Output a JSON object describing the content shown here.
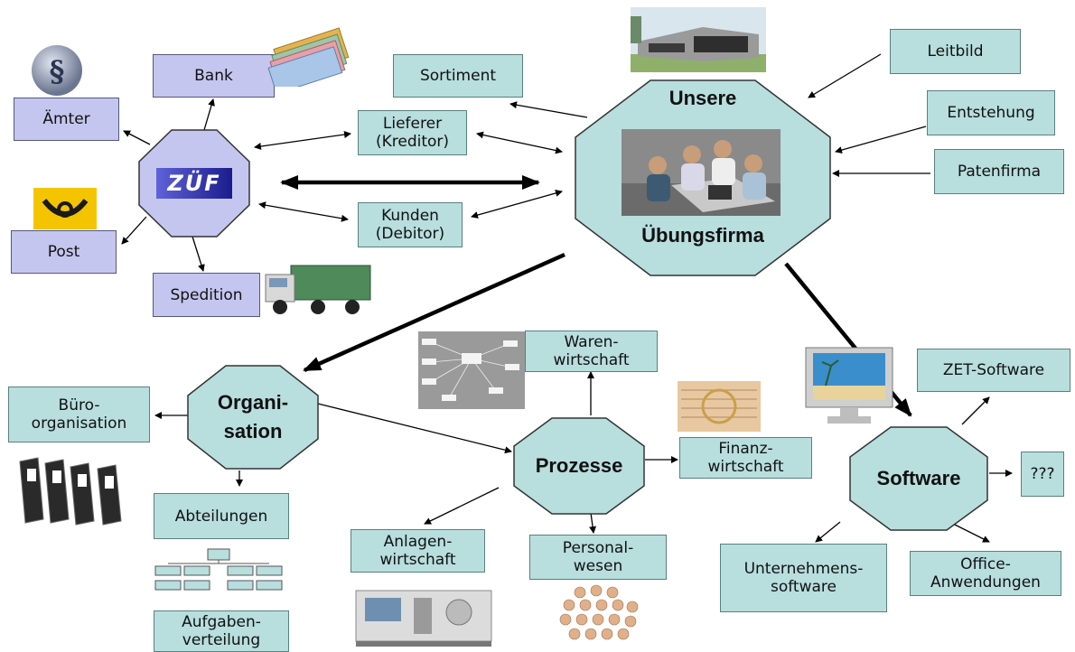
{
  "hub": {
    "top": "Unsere",
    "bottom": "Übungsfirma"
  },
  "zuef_logo": "ZÜF",
  "nodes": {
    "leitbild": "Leitbild",
    "entstehung": "Entstehung",
    "patenfirma": "Patenfirma",
    "sortiment": "Sortiment",
    "bank": "Bank",
    "aemter": "Ämter",
    "post": "Post",
    "spedition": "Spedition",
    "lieferer": [
      "Lieferer",
      "(Kreditor)"
    ],
    "kunden": [
      "Kunden",
      "(Debitor)"
    ],
    "organisation": [
      "Organi-",
      "sation"
    ],
    "buero": [
      "Büro-",
      "organisation"
    ],
    "abteilungen": "Abteilungen",
    "aufgaben": [
      "Aufgaben-",
      "verteilung"
    ],
    "prozesse": "Prozesse",
    "waren": [
      "Waren-",
      "wirtschaft"
    ],
    "finanz": [
      "Finanz-",
      "wirtschaft"
    ],
    "anlagen": [
      "Anlagen-",
      "wirtschaft"
    ],
    "personal": [
      "Personal-",
      "wesen"
    ],
    "software": "Software",
    "zet": "ZET-Software",
    "unknown": "???",
    "unternehmens": [
      "Unternehmens-",
      "software"
    ],
    "office": [
      "Office-",
      "Anwendungen"
    ]
  },
  "colors": {
    "box_teal": "#b8dede",
    "box_blue": "#c5c6ef",
    "octagon": "#b8dede",
    "arrow": "#000000"
  }
}
